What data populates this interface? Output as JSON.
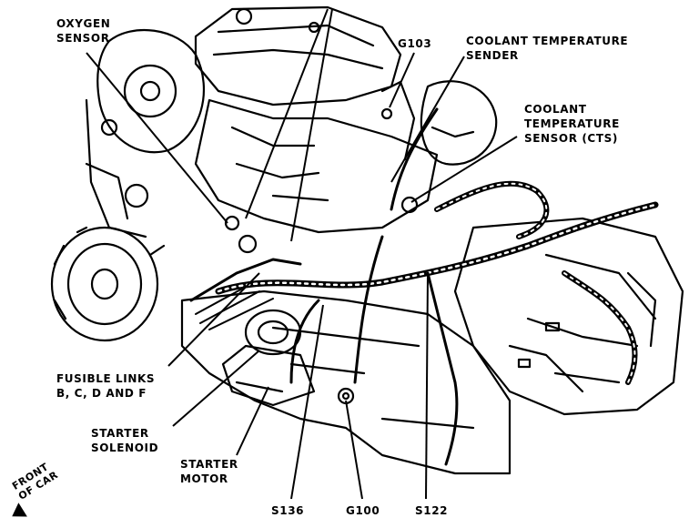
{
  "labels": {
    "oxygen_sensor": [
      "OXYGEN",
      "SENSOR"
    ],
    "g103": "G103",
    "coolant_temp_sender": [
      "COOLANT TEMPERATURE",
      "SENDER"
    ],
    "coolant_temp_sensor": [
      "COOLANT",
      "TEMPERATURE",
      "SENSOR (CTS)"
    ],
    "fusible_links": [
      "FUSIBLE LINKS",
      "B, C, D AND F"
    ],
    "starter_solenoid": [
      "STARTER",
      "SOLENOID"
    ],
    "starter_motor": [
      "STARTER",
      "MOTOR"
    ],
    "s136": "S136",
    "g100": "G100",
    "s122": "S122",
    "front_of_car": [
      "FRONT",
      "OF CAR"
    ]
  }
}
